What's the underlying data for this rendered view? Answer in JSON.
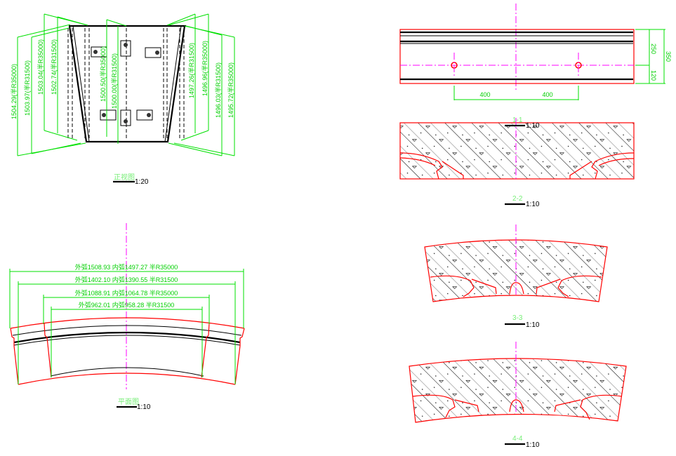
{
  "front_view": {
    "title": "正视图",
    "scale": "1:20",
    "dims_left": [
      "1504.29(半R35000)",
      "1503.97(半R31500)",
      "1503.04(半R35000)",
      "1502.74(半R31500)"
    ],
    "dims_center": [
      "1500.50(半R35000)",
      "1500.00(半R31500)"
    ],
    "dims_right": [
      "1497.26(半R31500)",
      "1496.96(半R35000)",
      "1496.03(半R31500)",
      "1495.72(半R35000)"
    ]
  },
  "plan_view": {
    "title": "平面图",
    "scale": "1:10",
    "dims": [
      "外弧1508.93 内弧1497.27 半R35000",
      "外弧1402.10 内弧1390.55 半R31500",
      "外弧1088.91 内弧1064.78 半R35000",
      "外弧962.01 内弧958.28 半R31500"
    ]
  },
  "elevation": {
    "dims_horizontal": [
      "400",
      "400"
    ],
    "dims_vertical": [
      "250",
      "120",
      "350"
    ]
  },
  "sections": [
    {
      "title": "1-1",
      "scale": "1:10"
    },
    {
      "title": "2-2",
      "scale": "1:10"
    },
    {
      "title": "3-3",
      "scale": "1:10"
    },
    {
      "title": "4-4",
      "scale": "1:10"
    }
  ],
  "colors": {
    "dimension": "#00e000",
    "outline": "#ff0000",
    "centerline": "#ff00ff"
  }
}
